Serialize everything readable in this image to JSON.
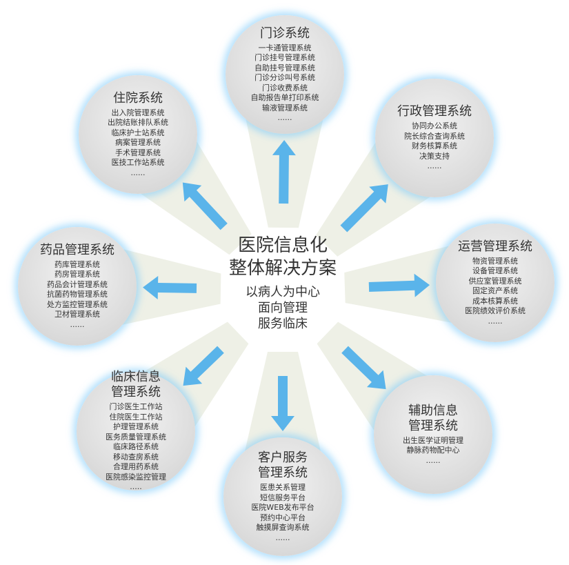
{
  "center": {
    "title": [
      "医院信息化",
      "整体解决方案"
    ],
    "subtitle": [
      "以病人为中心",
      "面向管理",
      "服务临床"
    ]
  },
  "colors": {
    "arrow": "#5ab4ea",
    "beam": "#eef0e6"
  },
  "nodes": [
    {
      "title": [
        "门诊系统"
      ],
      "items": [
        "一卡通管理系统",
        "门诊挂号管理系统",
        "自助挂号管理系统",
        "门诊分诊叫号系统",
        "门诊收费系统",
        "自助报告单打印系统",
        "输液管理系统",
        "......"
      ]
    },
    {
      "title": [
        "行政管理系统"
      ],
      "items": [
        "协同办公系统",
        "院长综合查询系统",
        "财务核算系统",
        "决策支持",
        "......"
      ]
    },
    {
      "title": [
        "运营管理系统"
      ],
      "items": [
        "物资管理系统",
        "设备管理系统",
        "供应室管理系统",
        "固定资产系统",
        "成本核算系统",
        "医院绩效评价系统",
        "......"
      ]
    },
    {
      "title": [
        "辅助信息",
        "管理系统"
      ],
      "items": [
        "出生医学证明管理",
        "静脉药物配中心",
        "......"
      ]
    },
    {
      "title": [
        "客户服务",
        "管理系统"
      ],
      "items": [
        "医患关系管理",
        "短信服务平台",
        "医院WEB发布平台",
        "预约中心平台",
        "触摸屏查询系统",
        "......"
      ]
    },
    {
      "title": [
        "临床信息",
        "管理系统"
      ],
      "items": [
        "门诊医生工作站",
        "住院医生工作站",
        "护理管理系统",
        "医务质量管理系统",
        "临床路径系统",
        "移动查房系统",
        "合理用药系统",
        "医院感染监控管理",
        "....."
      ]
    },
    {
      "title": [
        "药品管理系统"
      ],
      "items": [
        "药库管理系统",
        "药房管理系统",
        "药品会计管理系统",
        "抗菌药物管理系统",
        "处方监控管理系统",
        "卫材管理系统",
        "......"
      ]
    },
    {
      "title": [
        "住院系统"
      ],
      "items": [
        "出入院管理系统",
        "出院结账排队系统",
        "临床护士站系统",
        "病案管理系统",
        "手术管理系统",
        "医技工作站系统",
        "......"
      ]
    }
  ]
}
